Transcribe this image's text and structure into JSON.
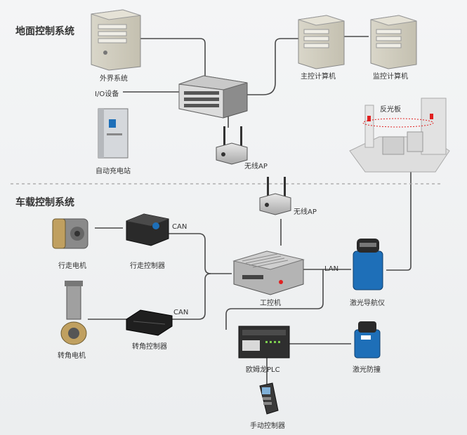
{
  "sections": {
    "ground": "地面控制系统",
    "vehicle": "车载控制系统"
  },
  "labels": {
    "external_system": "外界系统",
    "io_device": "I/O设备",
    "charging_station": "自动充电站",
    "main_computer": "主控计算机",
    "monitor_computer": "监控计算机",
    "reflector": "反光板",
    "wireless_ap": "无线AP",
    "drive_motor": "行走电机",
    "drive_controller": "行走控制器",
    "steering_motor": "转角电机",
    "steering_controller": "转角控制器",
    "can": "CAN",
    "lan": "LAN",
    "ipc": "工控机",
    "laser_nav": "激光导航仪",
    "laser_guard": "激光防撞",
    "plc": "欧姆龙PLC",
    "handheld": "手动控制器"
  },
  "colors": {
    "line": "#4a4a4a",
    "accent_blue": "#1e6fb8",
    "accent_red": "#e02020"
  }
}
